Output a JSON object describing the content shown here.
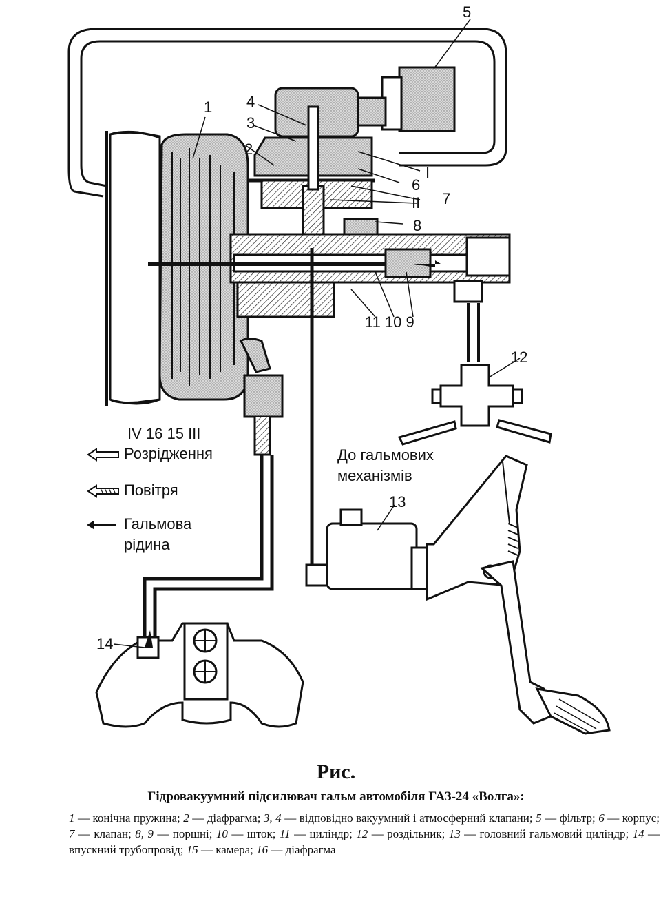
{
  "figure": {
    "labels": {
      "n1": "1",
      "n2": "2",
      "n3": "3",
      "n4": "4",
      "n5": "5",
      "n6": "6",
      "n7": "7",
      "n8": "8",
      "n9": "9",
      "n10": "10",
      "n11": "11",
      "n12": "12",
      "n13": "13",
      "n14": "14",
      "roman_i": "I",
      "roman_ii": "II",
      "bottom_group": "IV 16 15 III",
      "bottom_11_10_9": "11 10 9"
    },
    "legend": {
      "vacuum": "Розрідження",
      "air": "Повітря",
      "fluid_line1": "Гальмова",
      "fluid_line2": "рідина"
    },
    "to_brakes_line1": "До гальмових",
    "to_brakes_line2": "механізмів"
  },
  "caption": {
    "title": "Рис.",
    "subtitle": "Гідровакуумний підсилювач гальм автомобіля ГАЗ-24 «Волга»:",
    "items": [
      {
        "num": "1",
        "text": " — конічна пружина; "
      },
      {
        "num": "2",
        "text": " — діафрагма; "
      },
      {
        "num": "3, 4",
        "text": " — відповідно вакуумний і атмосферний клапани; "
      },
      {
        "num": "5",
        "text": " — фільтр; "
      },
      {
        "num": "6",
        "text": " — корпус; "
      },
      {
        "num": "7",
        "text": " — клапан; "
      },
      {
        "num": "8, 9",
        "text": " — поршні; "
      },
      {
        "num": "10",
        "text": " — шток; "
      },
      {
        "num": "11",
        "text": " — циліндр; "
      },
      {
        "num": "12",
        "text": " — розділь­ник; "
      },
      {
        "num": "13",
        "text": " — головний гальмовий циліндр; "
      },
      {
        "num": "14",
        "text": " — впускний трубопровід; "
      },
      {
        "num": "15",
        "text": " — камера; "
      },
      {
        "num": "16",
        "text": " — діафрагма"
      }
    ]
  }
}
